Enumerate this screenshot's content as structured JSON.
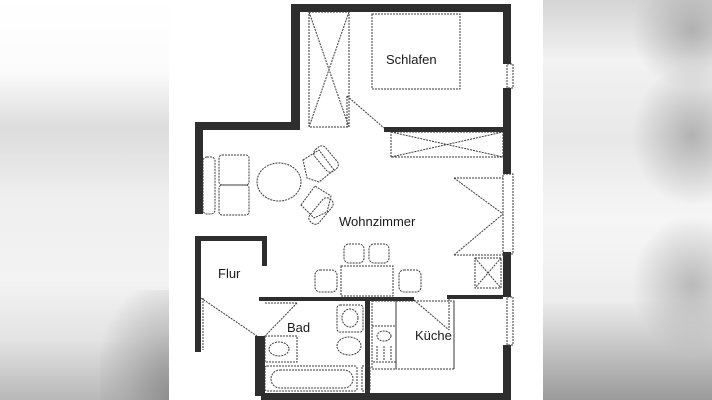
{
  "floor_plan": {
    "rooms": [
      {
        "id": "schlafen",
        "label": "Schlafen"
      },
      {
        "id": "wohnzimmer",
        "label": "Wohnzimmer"
      },
      {
        "id": "flur",
        "label": "Flur"
      },
      {
        "id": "bad",
        "label": "Bad"
      },
      {
        "id": "kueche",
        "label": "Küche"
      }
    ],
    "colors": {
      "wall": "#2a2a2a",
      "line": "#3a3a3a",
      "paper": "#ffffff",
      "background_blur": "#e6e6e6"
    }
  }
}
